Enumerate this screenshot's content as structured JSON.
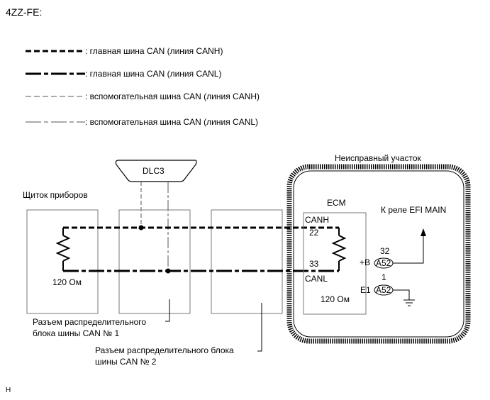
{
  "header": {
    "engine_code": "4ZZ-FE:"
  },
  "legend": [
    {
      "style": "main-canh",
      "text": ": главная шина CAN (линия CANH)"
    },
    {
      "style": "main-canl",
      "text": ": главная шина CAN (линия CANL)"
    },
    {
      "style": "sub-canh",
      "text": ": вспомогательная шина CAN (линия CANH)"
    },
    {
      "style": "sub-canl",
      "text": ": вспомогательная шина CAN (линия CANL)"
    }
  ],
  "diagram": {
    "faulty_area_label": "Неисправный участок",
    "dlc3_label": "DLC3",
    "instrument_panel_label": "Щиток приборов",
    "instrument_resistor_label": "120 Ом",
    "ecm": {
      "title": "ECM",
      "canh_label": "CANH",
      "canh_pin": "22",
      "canl_pin": "33",
      "canl_label": "CANL",
      "resistor_label": "120 Ом",
      "plus_b_label": "+B",
      "plus_b_pin": "32",
      "plus_b_connector": "A52",
      "e1_label": "E1",
      "e1_pin": "1",
      "e1_connector": "A52"
    },
    "relay_label": "К реле EFI MAIN",
    "junction1_label_line1": "Разъем распределительного",
    "junction1_label_line2": "блока шины CAN № 1",
    "junction2_label_line1": "Разъем распределительного блока",
    "junction2_label_line2": "шины CAN № 2"
  },
  "footer": {
    "mark": "H"
  },
  "colors": {
    "line": "#000000",
    "background": "#ffffff"
  }
}
